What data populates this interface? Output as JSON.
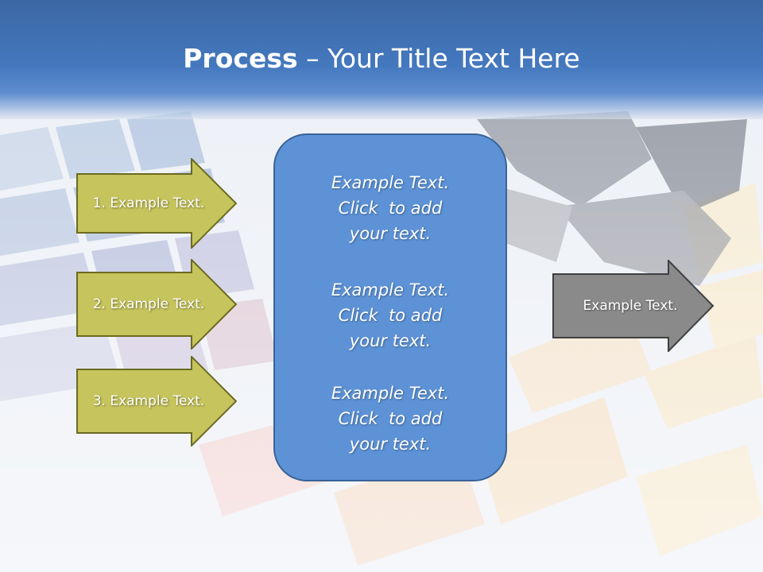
{
  "slide": {
    "title_bold": "Process",
    "title_rest": " – Your Title Text Here"
  },
  "steps": [
    {
      "label": "1. Example Text."
    },
    {
      "label": "2. Example Text."
    },
    {
      "label": "3. Example Text."
    }
  ],
  "panel": {
    "blocks": [
      {
        "line1": "Example Text.",
        "line2": "Click  to add",
        "line3": "your text."
      },
      {
        "line1": "Example Text.",
        "line2": "Click  to add",
        "line3": "your text."
      },
      {
        "line1": "Example Text.",
        "line2": "Click  to add",
        "line3": "your text."
      }
    ]
  },
  "output": {
    "label": "Example Text."
  },
  "colors": {
    "header": "#4478be",
    "step_arrow": "#c6c45c",
    "step_arrow_border": "#6b6a22",
    "panel": "#5d92d6",
    "panel_border": "#3a6397",
    "output_arrow": "#8a8a8a"
  }
}
